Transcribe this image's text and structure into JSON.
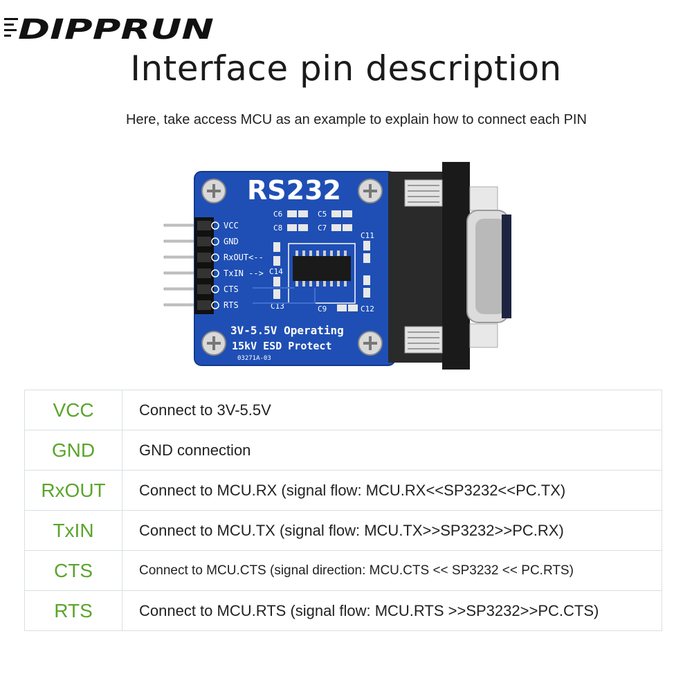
{
  "brand": {
    "name": "DIPPRUN"
  },
  "header": {
    "title": "Interface pin description",
    "subtitle": "Here, take access MCU as an example to explain how to connect each PIN"
  },
  "board": {
    "name": "RS232",
    "header_pins": [
      "VCC",
      "GND",
      "RxOUT<--",
      "TxIN -->",
      "CTS",
      "RTS"
    ],
    "capacitors": [
      "C6",
      "C5",
      "C8",
      "C7",
      "C11",
      "C14",
      "C13",
      "C9",
      "C12"
    ],
    "note_line1": "3V-5.5V Operating",
    "note_line2": "15kV ESD Protect",
    "code": "03271A-03",
    "colors": {
      "pcb": "#1f4fb4",
      "silkscreen": "#ffffff",
      "connector": "#222222"
    }
  },
  "pins": [
    {
      "name": "VCC",
      "desc": "Connect to 3V-5.5V"
    },
    {
      "name": "GND",
      "desc": "GND connection"
    },
    {
      "name": "RxOUT",
      "desc": "Connect to MCU.RX (signal flow: MCU.RX<<SP3232<<PC.TX)"
    },
    {
      "name": "TxIN",
      "desc": "Connect to MCU.TX (signal flow: MCU.TX>>SP3232>>PC.RX)"
    },
    {
      "name": "CTS",
      "desc": "Connect to MCU.CTS (signal direction: MCU.CTS << SP3232 << PC.RTS)"
    },
    {
      "name": "RTS",
      "desc": "Connect to MCU.RTS (signal flow: MCU.RTS >>SP3232>>PC.CTS)"
    }
  ],
  "colors": {
    "pin_name": "#5aa52b",
    "table_border": "#d9dfe3"
  }
}
